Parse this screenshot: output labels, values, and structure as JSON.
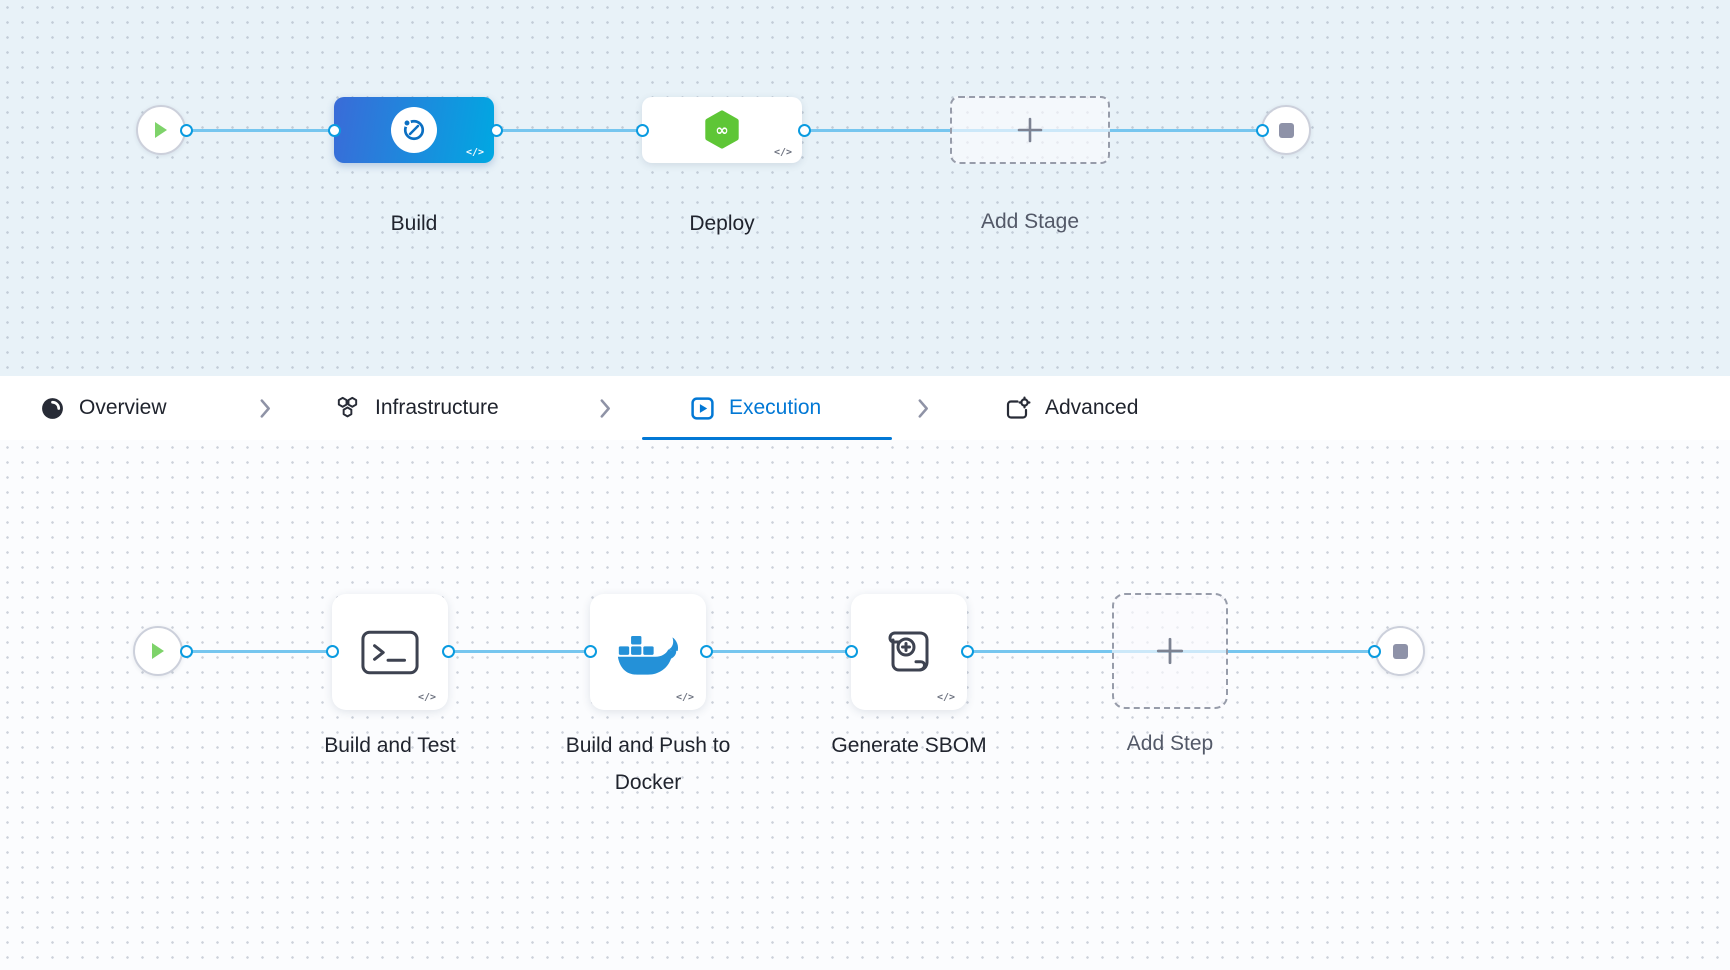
{
  "pipeline": {
    "stages": [
      {
        "id": "build",
        "label": "Build",
        "code_glyph": "</>"
      },
      {
        "id": "deploy",
        "label": "Deploy",
        "code_glyph": "</>"
      },
      {
        "id": "add-stage",
        "label": "Add Stage"
      }
    ]
  },
  "tabs": {
    "items": [
      {
        "label": "Overview",
        "active": false
      },
      {
        "label": "Infrastructure",
        "active": false
      },
      {
        "label": "Execution",
        "active": true
      },
      {
        "label": "Advanced",
        "active": false
      }
    ]
  },
  "execution": {
    "steps": [
      {
        "id": "build-and-test",
        "label": "Build and Test",
        "code_glyph": "</>"
      },
      {
        "id": "build-and-push",
        "label": "Build and Push to Docker",
        "code_glyph": "</>"
      },
      {
        "id": "generate-sbom",
        "label": "Generate SBOM",
        "code_glyph": "</>"
      },
      {
        "id": "add-step",
        "label": "Add Step"
      }
    ]
  },
  "icons": {
    "start": "play-icon",
    "end": "stop-icon",
    "add": "plus-icon",
    "build": "harness-ci-icon",
    "deploy": "harness-cd-icon",
    "build_and_test": "terminal-icon",
    "build_and_push": "docker-icon",
    "generate_sbom": "sbom-scroll-icon",
    "tab_overview": "overview-pie-icon",
    "tab_infrastructure": "hexagons-icon",
    "tab_execution": "play-box-icon",
    "tab_advanced": "gear-box-icon"
  },
  "colors": {
    "accent_blue": "#0278d5",
    "connector_blue": "#76c6ef",
    "port_border": "#0a9be0",
    "build_gradient_start": "#3a6bd8",
    "build_gradient_end": "#00a8e2",
    "cd_green": "#5ec636",
    "play_green": "#7ed36a",
    "docker_blue": "#2491d8",
    "stop_gray": "#8e92a8",
    "canvas_top_bg": "#e8f2f8",
    "canvas_bottom_bg": "#fbfcfe"
  }
}
